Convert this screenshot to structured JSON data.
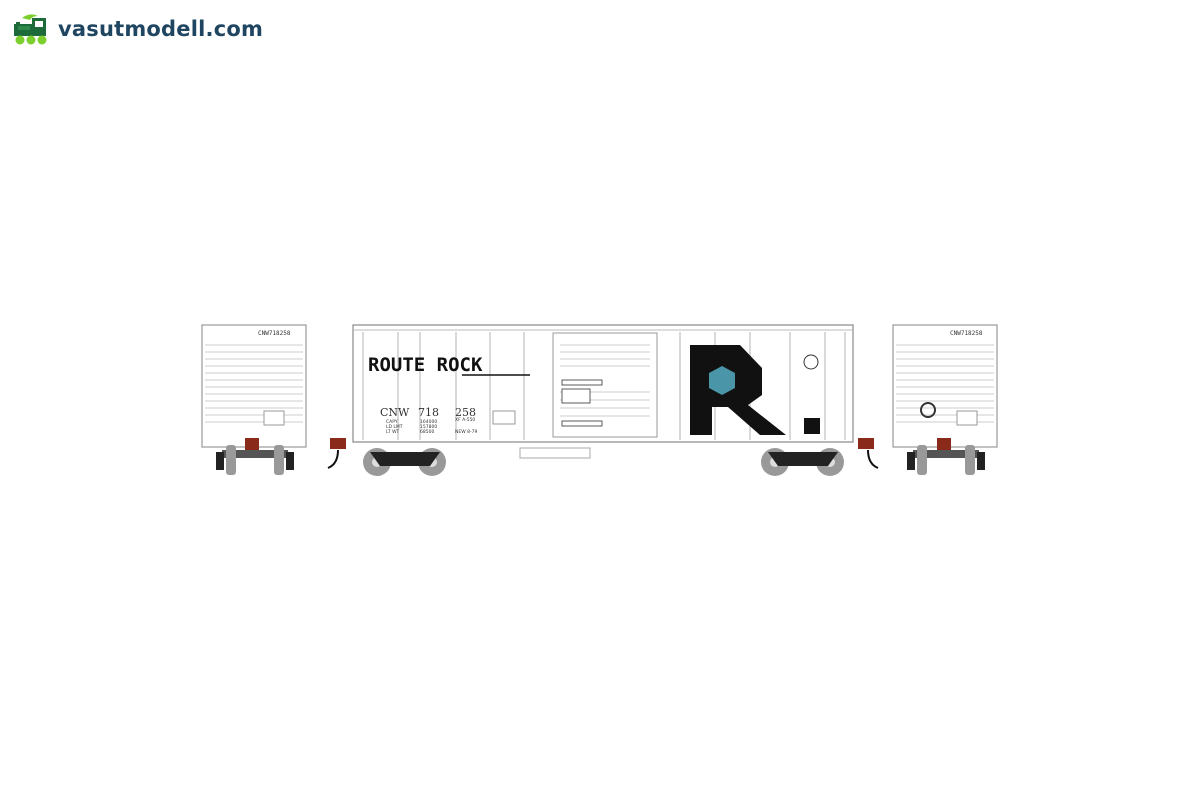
{
  "site": {
    "name": "vasutmodell.com"
  },
  "car": {
    "railroad_logo": "ROUTE ROCK",
    "reporting_mark": "CNW",
    "number_a": "718",
    "number_b": "258",
    "end_number": "CNW718258",
    "capy_label": "CAPY",
    "capy": "164000",
    "ld_lmt_label": "LD LMT",
    "ld_lmt": "157800",
    "lt_wt_label": "LT WT",
    "lt_wt": "68500",
    "class": "XF A-550",
    "built": "NEW 8-79",
    "accent_color": "#4a96a8",
    "coupler_color": "#8a2a1a"
  }
}
